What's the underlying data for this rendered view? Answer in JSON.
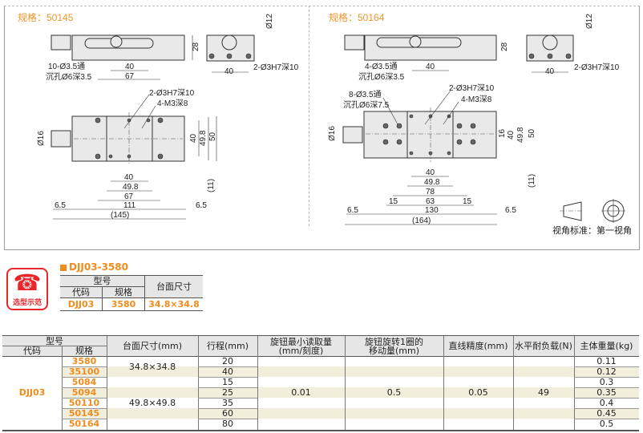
{
  "drawing_left": {
    "title": "规格：50145",
    "labels": [
      "28",
      "10-Ø3.5通",
      "沉孔Ø6深3.5",
      "40",
      "67",
      "Ø12",
      "40",
      "2-Ø3H7深10",
      "2-Ø3H7深10",
      "4-M3深8",
      "40",
      "49.8",
      "50",
      "Ø16",
      "(11)",
      "40",
      "49.8",
      "67",
      "6.5",
      "111",
      "6.5",
      "(145)"
    ]
  },
  "drawing_right": {
    "title": "规格：50164",
    "labels": [
      "28",
      "4-Ø3.5通",
      "沉孔Ø6深3.5",
      "40",
      "Ø12",
      "40",
      "2-Ø3H7深10",
      "2-Ø3H7深10",
      "4-M3深8",
      "8-Ø3.5通",
      "沉孔Ø6深7.5",
      "16",
      "40",
      "49.8",
      "50",
      "Ø16",
      "(11)",
      "40",
      "49.8",
      "78",
      "15",
      "63",
      "15",
      "6.5",
      "130",
      "6.5",
      "(164)"
    ],
    "view_standard": "视角标准：第一视角"
  },
  "example": {
    "badge": "选型示范",
    "title": "DJJ03-3580",
    "header_model": "型号",
    "header_code": "代码",
    "header_spec": "规格",
    "header_size": "台面尺寸",
    "code": "DJJ03",
    "spec": "3580",
    "size": "34.8×34.8"
  },
  "spec_table": {
    "headers": {
      "model": "型号",
      "code": "代码",
      "spec": "规格",
      "size": "台面尺寸(mm)",
      "stroke": "行程(mm)",
      "min_read": "旋钮最小读取量\n(mm/刻度)",
      "per_turn": "旋钮旋转1圈的\n移动量(mm)",
      "straightness": "直线精度(mm)",
      "load": "水平耐负载(N)",
      "weight": "主体重量(kg)"
    },
    "code": "DJJ03",
    "specs": [
      "3580",
      "35100",
      "5084",
      "5094",
      "50110",
      "50145",
      "50164"
    ],
    "sizes": [
      "34.8×34.8",
      "49.8×49.8"
    ],
    "strokes": [
      "20",
      "40",
      "15",
      "25",
      "35",
      "60",
      "80"
    ],
    "min_read": "0.01",
    "per_turn": "0.5",
    "straightness": "0.05",
    "load": "49",
    "weights": [
      "0.11",
      "0.12",
      "0.3",
      "0.35",
      "0.4",
      "0.45",
      "0.5"
    ]
  },
  "colors": {
    "accent": "#f08c1e",
    "stripe": "#f2eedc",
    "badge_red": "#e8262a"
  }
}
